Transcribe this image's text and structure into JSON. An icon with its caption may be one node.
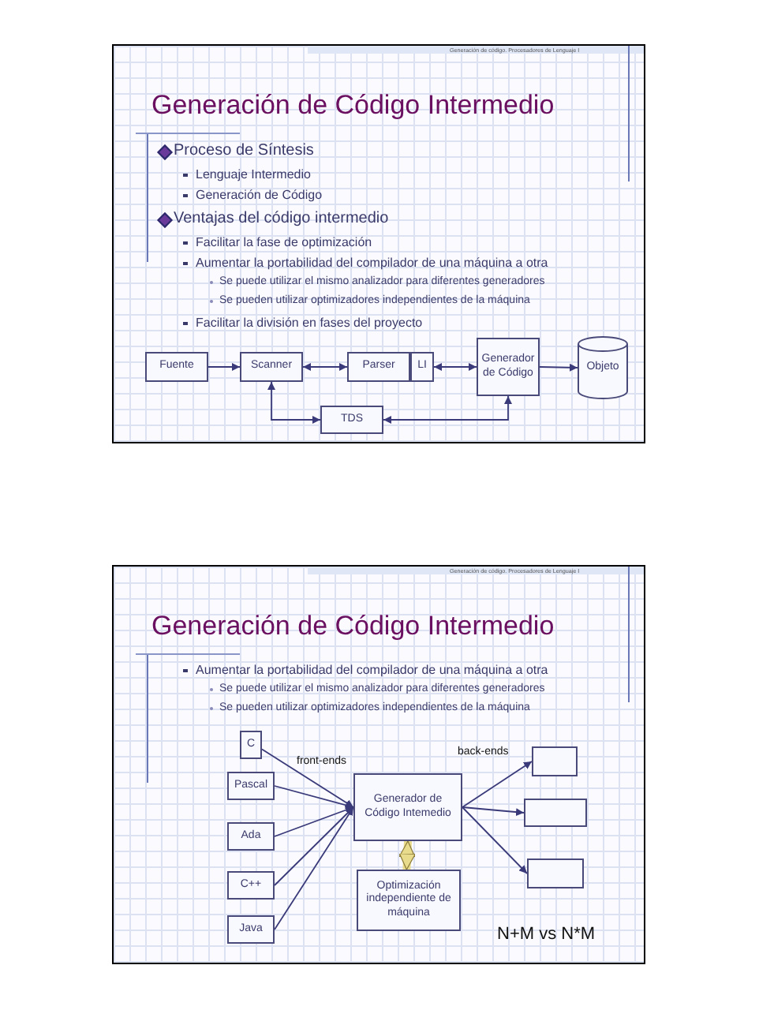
{
  "diagram": {
    "nodes": [
      {
        "text": [
          "Fuente"
        ]
      },
      {
        "text": [
          "Scanner"
        ]
      },
      {
        "text": [
          "Parser"
        ]
      },
      {
        "text": [
          "LI"
        ]
      },
      {
        "text": [
          "Generador de Código"
        ]
      },
      {
        "text": [
          "Objeto"
        ]
      },
      {
        "text": [
          "TDS"
        ]
      },
      {
        "text": [
          "C"
        ]
      },
      {
        "text": [
          "Pascal"
        ]
      },
      {
        "text": [
          "Ada"
        ]
      },
      {
        "text": [
          "C++"
        ]
      },
      {
        "text": [
          "Java"
        ]
      },
      {
        "text": [
          "Generador de Código Intemedio"
        ]
      },
      {
        "text": [
          "Optimización independiente de máquina"
        ]
      },
      {
        "text": [],
        "shape": "box"
      },
      {
        "text": [],
        "shape": "box"
      },
      {
        "text": [],
        "shape": "box"
      }
    ],
    "edges": [
      {
        "from": 0,
        "to": 1,
        "arrow": "to"
      },
      {
        "from": 1,
        "to": 2,
        "arrow": "both"
      },
      {
        "from": 3,
        "to": 4,
        "arrow": "both"
      },
      {
        "from": 4,
        "to": 5,
        "arrow": "to"
      },
      {
        "from": 1,
        "to": 6,
        "arrow": "both"
      },
      {
        "from": 4,
        "to": 6,
        "arrow": "both"
      },
      {
        "from": 7,
        "to": 12,
        "arrow": "to"
      },
      {
        "from": 8,
        "to": 12,
        "arrow": "to"
      },
      {
        "from": 9,
        "to": 12,
        "arrow": "to"
      },
      {
        "from": 10,
        "to": 12,
        "arrow": "to"
      },
      {
        "from": 11,
        "to": 12,
        "arrow": "to"
      },
      {
        "from": 12,
        "to": 13,
        "arrow": "both",
        "style": "thick",
        "color": "#e8dc8c"
      },
      {
        "from": 12,
        "to": 14,
        "arrow": "to"
      },
      {
        "from": 12,
        "to": 15,
        "arrow": "to"
      },
      {
        "from": 12,
        "to": 16,
        "arrow": "to"
      }
    ],
    "labels": [
      "Generación de código. Procesadores de Lenguaje I",
      "Generación de Código Intermedio",
      "Proceso de Síntesis",
      "Lenguaje Intermedio",
      "Generación de Código",
      "Ventajas del código intermedio",
      "Facilitar la fase de optimización",
      "Aumentar la portabilidad del compilador de una máquina a otra",
      "Se puede utilizar el mismo analizador para diferentes generadores",
      "Se pueden utilizar optimizadores independientes de la máquina",
      "Facilitar la división en fases del proyecto",
      "Generación de código. Procesadores de Lenguaje I",
      "Generación de Código Intermedio",
      "Aumentar la portabilidad del compilador de una máquina a otra",
      "Se puede utilizar el mismo analizador para diferentes generadores",
      "Se pueden utilizar optimizadores independientes de la máquina",
      "front-ends",
      "back-ends",
      "N+M vs N*M"
    ]
  }
}
